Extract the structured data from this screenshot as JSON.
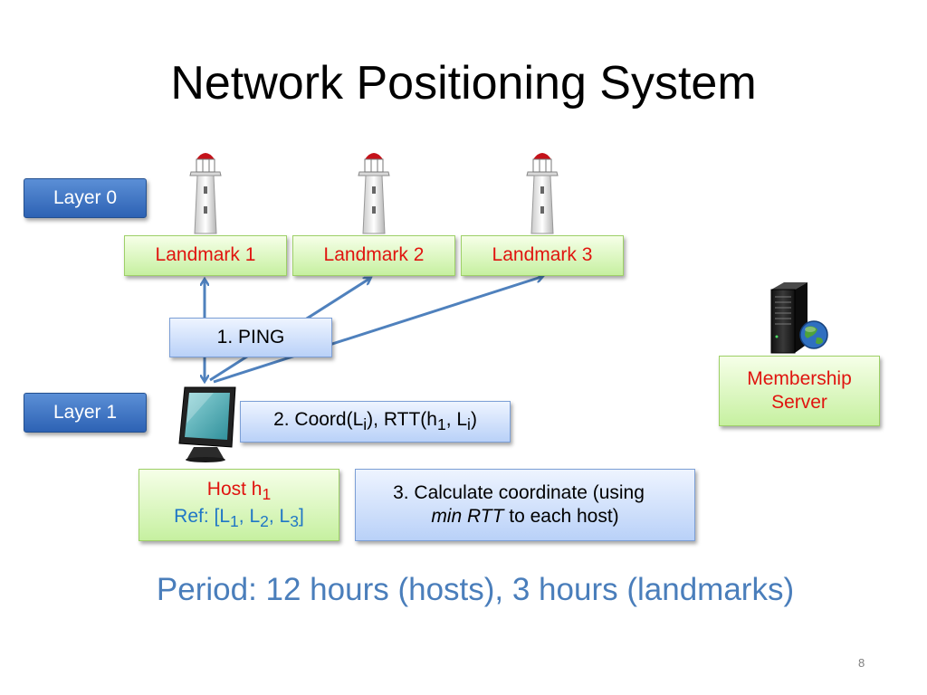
{
  "slide": {
    "title": "Network Positioning System",
    "page_number": "8"
  },
  "layers": {
    "layer0": "Layer 0",
    "layer1": "Layer 1"
  },
  "landmarks": [
    "Landmark 1",
    "Landmark 2",
    "Landmark 3"
  ],
  "steps": {
    "ping": "1. PING",
    "coord_prefix": "2. Coord(L",
    "coord_sub_i": "i",
    "coord_mid": "), RTT(h",
    "coord_sub_1": "1",
    "coord_sep": ", L",
    "coord_sub_i2": "i",
    "coord_end": ")",
    "calc_line1": "3. Calculate coordinate (using",
    "calc_line2_em": "min RTT",
    "calc_line2_rest": " to each host)"
  },
  "host": {
    "name": "Host h",
    "name_sub": "1",
    "ref_prefix": "Ref: [L",
    "ref_sub1": "1",
    "ref_sep1": ", L",
    "ref_sub2": "2",
    "ref_sep2": ", L",
    "ref_sub3": "3",
    "ref_end": "]"
  },
  "membership_server": {
    "line1": "Membership",
    "line2": "Server"
  },
  "period_text": "Period: 12 hours (hosts), 3 hours (landmarks)",
  "colors": {
    "layer_box": "#2d62b4",
    "green_box": "#c6f0a0",
    "blue_box": "#b9d1f8",
    "landmark_text": "#e0140f",
    "ref_text": "#1f76c6",
    "period_text": "#4a7ebb",
    "arrow": "#4f81bd"
  },
  "icons": [
    "lighthouse-icon",
    "monitor-icon",
    "server-icon",
    "globe-icon"
  ]
}
